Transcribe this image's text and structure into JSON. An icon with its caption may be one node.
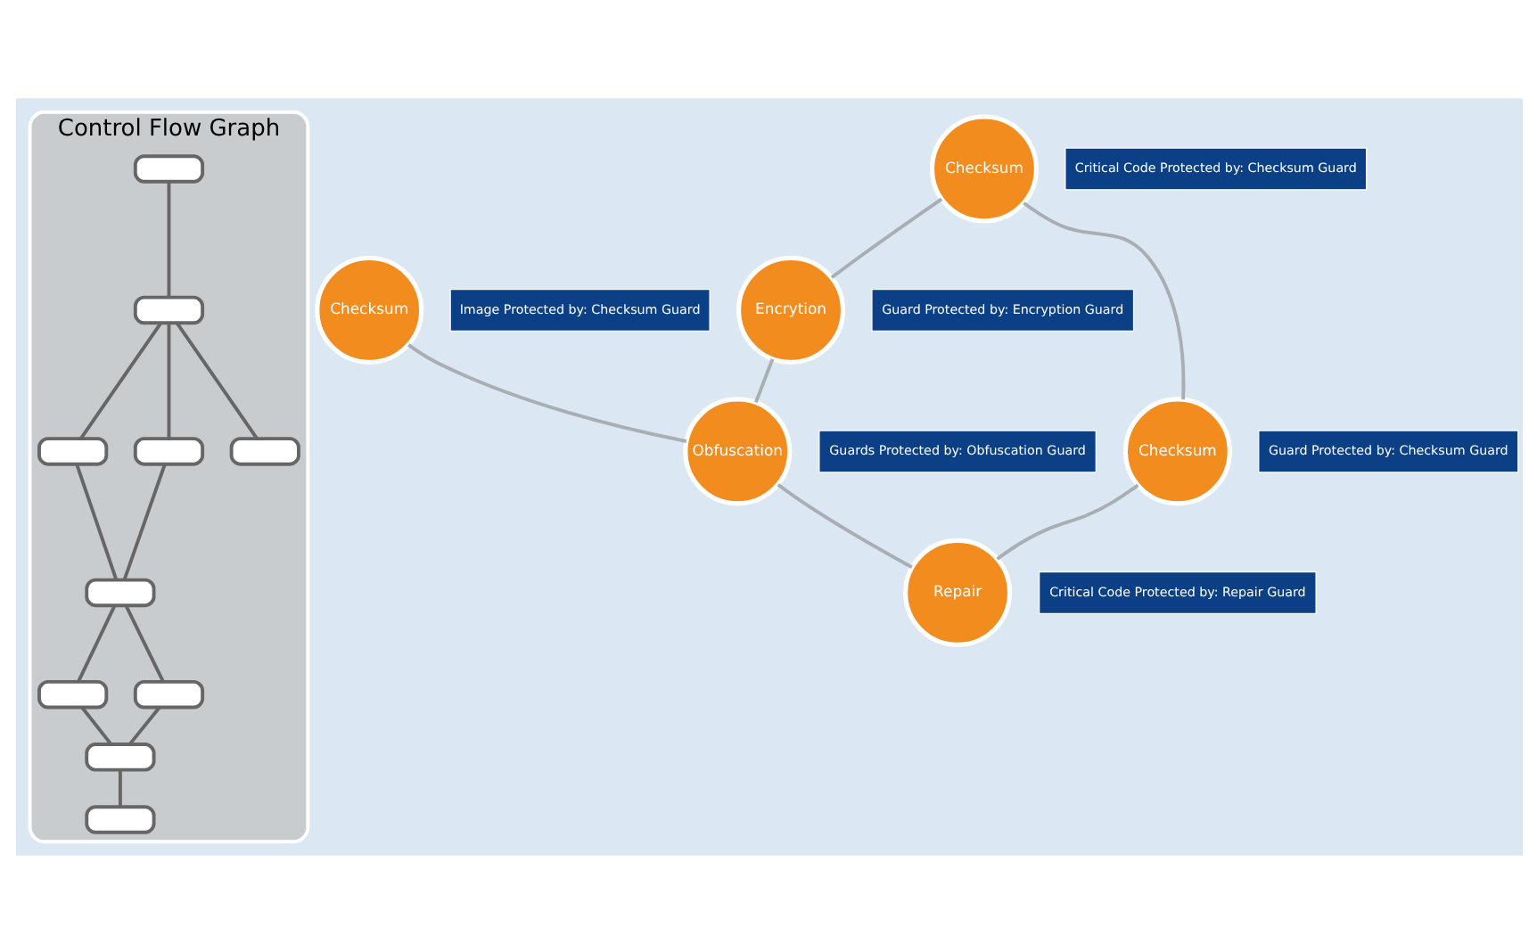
{
  "diagram": {
    "nodes": [
      {
        "text": [
          "Control Flow Graph"
        ]
      },
      {
        "text": [],
        "shape": "box",
        "in": 0
      },
      {
        "text": [],
        "shape": "box",
        "in": 0
      },
      {
        "text": [],
        "shape": "box",
        "in": 0
      },
      {
        "text": [],
        "shape": "box",
        "in": 0
      },
      {
        "text": [],
        "shape": "box",
        "in": 0
      },
      {
        "text": [],
        "shape": "box",
        "in": 0
      },
      {
        "text": [],
        "shape": "box",
        "in": 0
      },
      {
        "text": [],
        "shape": "box",
        "in": 0
      },
      {
        "text": [],
        "shape": "box",
        "in": 0
      },
      {
        "text": [],
        "shape": "box",
        "in": 0
      },
      {
        "text": [
          "Checksum"
        ],
        "beside": [
          "Image Protected by: Checksum Guard"
        ]
      },
      {
        "text": [
          "Encrytion"
        ],
        "beside": [
          "Guard Protected by: Encryption Guard"
        ]
      },
      {
        "text": [
          "Checksum"
        ],
        "beside": [
          "Critical Code Protected by: Checksum Guard"
        ]
      },
      {
        "text": [
          "Obfuscation"
        ],
        "beside": [
          "Guards Protected by: Obfuscation Guard"
        ]
      },
      {
        "text": [
          "Checksum"
        ],
        "beside": [
          "Guard Protected by: Checksum Guard"
        ]
      },
      {
        "text": [
          "Repair"
        ],
        "beside": [
          "Critical Code Protected by: Repair Guard"
        ]
      }
    ],
    "edges": [
      {
        "from": 1,
        "to": 2,
        "arrow": "none"
      },
      {
        "from": 2,
        "to": 3,
        "arrow": "none"
      },
      {
        "from": 2,
        "to": 4,
        "arrow": "none"
      },
      {
        "from": 2,
        "to": 5,
        "arrow": "none"
      },
      {
        "from": 3,
        "to": 6,
        "arrow": "none"
      },
      {
        "from": 4,
        "to": 6,
        "arrow": "none"
      },
      {
        "from": 6,
        "to": 7,
        "arrow": "none"
      },
      {
        "from": 6,
        "to": 8,
        "arrow": "none"
      },
      {
        "from": 7,
        "to": 9,
        "arrow": "none"
      },
      {
        "from": 8,
        "to": 9,
        "arrow": "none"
      },
      {
        "from": 9,
        "to": 10,
        "arrow": "none"
      },
      {
        "from": 11,
        "to": 14,
        "arrow": "none"
      },
      {
        "from": 13,
        "to": 12,
        "arrow": "none"
      },
      {
        "from": 13,
        "to": 15,
        "arrow": "none"
      },
      {
        "from": 12,
        "to": 14,
        "arrow": "none"
      },
      {
        "from": 14,
        "to": 16,
        "arrow": "none"
      },
      {
        "from": 15,
        "to": 16,
        "arrow": "none"
      }
    ]
  }
}
